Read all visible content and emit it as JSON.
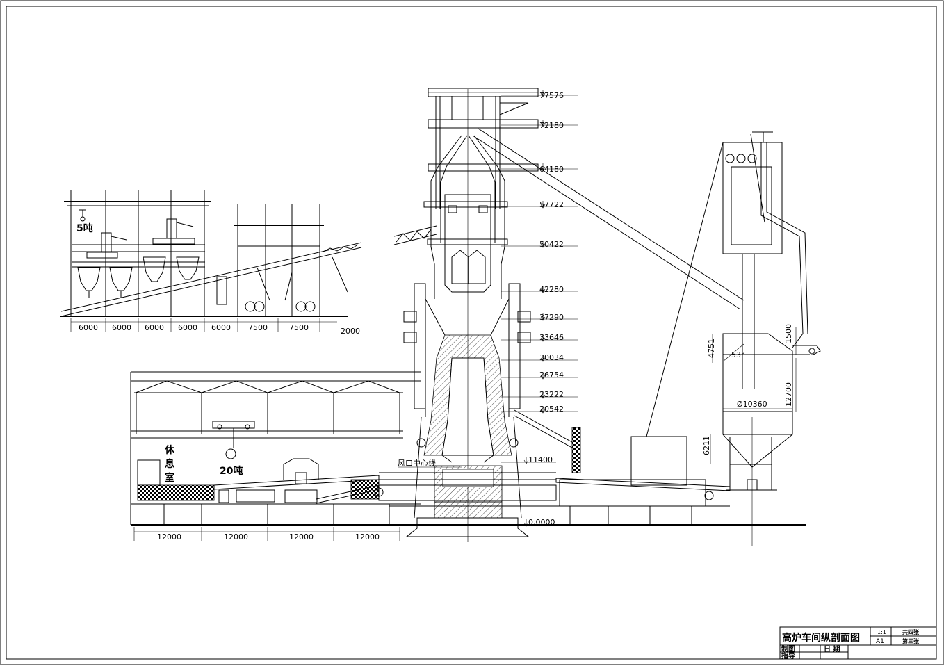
{
  "drawing": {
    "title": "高炉车间纵剖面图",
    "scale": "1:1",
    "size": "A1",
    "sheets_total": "共四张",
    "sheet_no": "第三张",
    "drawn_by_label": "制图",
    "date_label": "日 期",
    "advisor_label": "指导"
  },
  "elevations": [
    "77576",
    "72180",
    "64180",
    "57722",
    "50422",
    "42280",
    "37290",
    "33646",
    "30034",
    "26754",
    "23222",
    "20542",
    "11400",
    "0.0000"
  ],
  "tuyere_label": "风口中心线",
  "top_dims": [
    "6000",
    "6000",
    "6000",
    "6000",
    "6000",
    "7500",
    "7500",
    "2000"
  ],
  "bottom_dims": [
    "12000",
    "12000",
    "12000",
    "12000"
  ],
  "crane_small": "5吨",
  "crane_big": "20吨",
  "rest_room": [
    "休",
    "息",
    "室"
  ],
  "dust_dims": {
    "d1": "4751",
    "d2": "1500",
    "d3": "12700",
    "d4": "Ø10360",
    "d5": "6211",
    "angle": "53°"
  }
}
